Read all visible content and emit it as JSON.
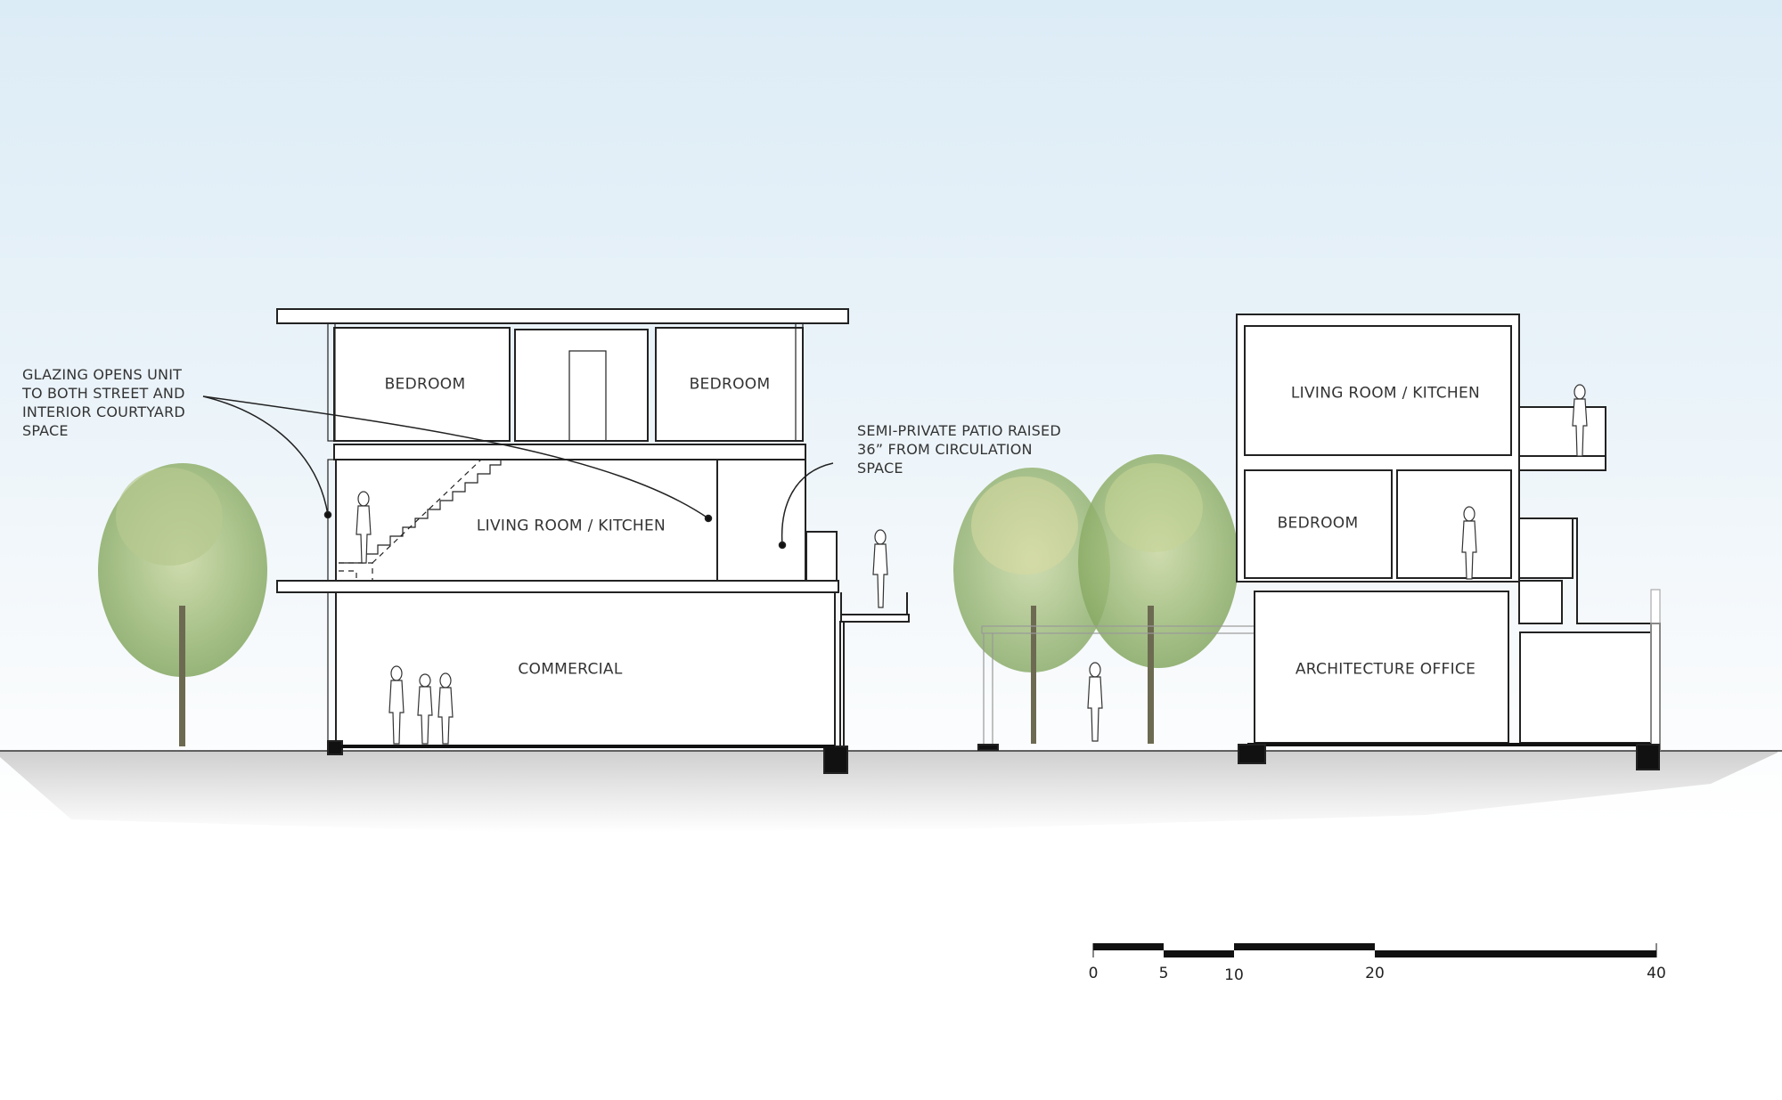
{
  "drawing": {
    "type": "architectural-section",
    "colors": {
      "sky_top": "#dcecf6",
      "ground_fill": "#e4e4e4",
      "line": "#222222",
      "foundation": "#111111",
      "tree_foliage": "#8fb06a",
      "tree_trunk": "#6d6a52"
    }
  },
  "annotations": {
    "glazing": "GLAZING OPENS UNIT\nTO BOTH STREET AND\nINTERIOR COURTYARD\nSPACE",
    "patio": "SEMI-PRIVATE PATIO RAISED\n36” FROM CIRCULATION\nSPACE"
  },
  "left_building": {
    "rooms": {
      "bedroom_left": "BEDROOM",
      "bedroom_right": "BEDROOM",
      "living": "LIVING ROOM / KITCHEN",
      "commercial": "COMMERCIAL"
    }
  },
  "right_building": {
    "rooms": {
      "living": "LIVING ROOM / KITCHEN",
      "bedroom": "BEDROOM",
      "office": "ARCHITECTURE OFFICE"
    }
  },
  "scale_bar": {
    "ticks": [
      "0",
      "5",
      "10",
      "20",
      "40"
    ]
  }
}
